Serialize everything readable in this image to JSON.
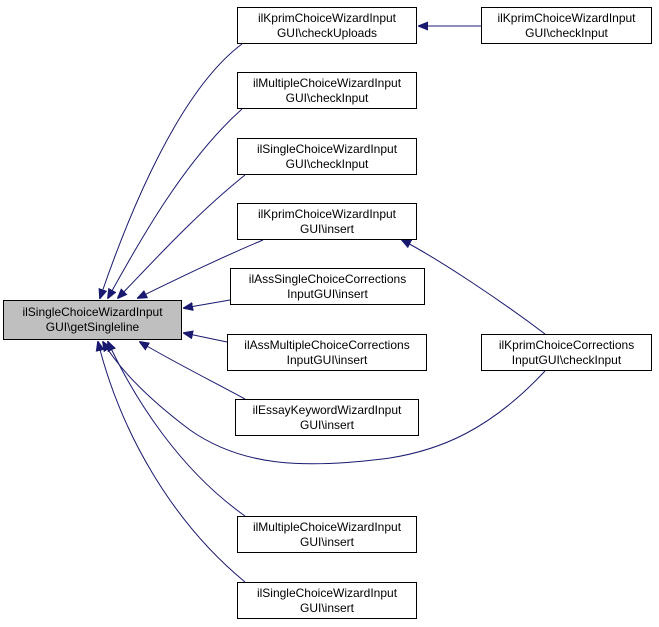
{
  "diagram": {
    "type": "doxygen-caller-graph",
    "colors": {
      "edge": "#191970",
      "focus_fill": "#bfbfbf",
      "node_border": "#000000"
    },
    "nodes": {
      "main": {
        "line1": "ilSingleChoiceWizardInput",
        "line2": "GUI\\getSingleline"
      },
      "kprim_checkuploads": {
        "line1": "ilKprimChoiceWizardInput",
        "line2": "GUI\\checkUploads"
      },
      "kprim_checkinput": {
        "line1": "ilKprimChoiceWizardInput",
        "line2": "GUI\\checkInput"
      },
      "multiple_checkinput": {
        "line1": "ilMultipleChoiceWizardInput",
        "line2": "GUI\\checkInput"
      },
      "single_checkinput": {
        "line1": "ilSingleChoiceWizardInput",
        "line2": "GUI\\checkInput"
      },
      "kprim_insert": {
        "line1": "ilKprimChoiceWizardInput",
        "line2": "GUI\\insert"
      },
      "ass_single_insert": {
        "line1": "ilAssSingleChoiceCorrections",
        "line2": "InputGUI\\insert"
      },
      "ass_multiple_insert": {
        "line1": "ilAssMultipleChoiceCorrections",
        "line2": "InputGUI\\insert"
      },
      "essay_insert": {
        "line1": "ilEssayKeywordWizardInput",
        "line2": "GUI\\insert"
      },
      "kprim_corrections_checkinput": {
        "line1": "ilKprimChoiceCorrections",
        "line2": "InputGUI\\checkInput"
      },
      "multiple_insert": {
        "line1": "ilMultipleChoiceWizardInput",
        "line2": "GUI\\insert"
      },
      "single_insert": {
        "line1": "ilSingleChoiceWizardInput",
        "line2": "GUI\\insert"
      }
    },
    "edges": [
      {
        "from": "kprim_checkuploads",
        "to": "main"
      },
      {
        "from": "multiple_checkinput",
        "to": "main"
      },
      {
        "from": "single_checkinput",
        "to": "main"
      },
      {
        "from": "kprim_insert",
        "to": "main"
      },
      {
        "from": "ass_single_insert",
        "to": "main"
      },
      {
        "from": "ass_multiple_insert",
        "to": "main"
      },
      {
        "from": "essay_insert",
        "to": "main"
      },
      {
        "from": "kprim_corrections_checkinput",
        "to": "main"
      },
      {
        "from": "multiple_insert",
        "to": "main"
      },
      {
        "from": "single_insert",
        "to": "main"
      },
      {
        "from": "kprim_checkinput",
        "to": "kprim_checkuploads"
      },
      {
        "from": "kprim_corrections_checkinput",
        "to": "kprim_insert"
      }
    ]
  }
}
